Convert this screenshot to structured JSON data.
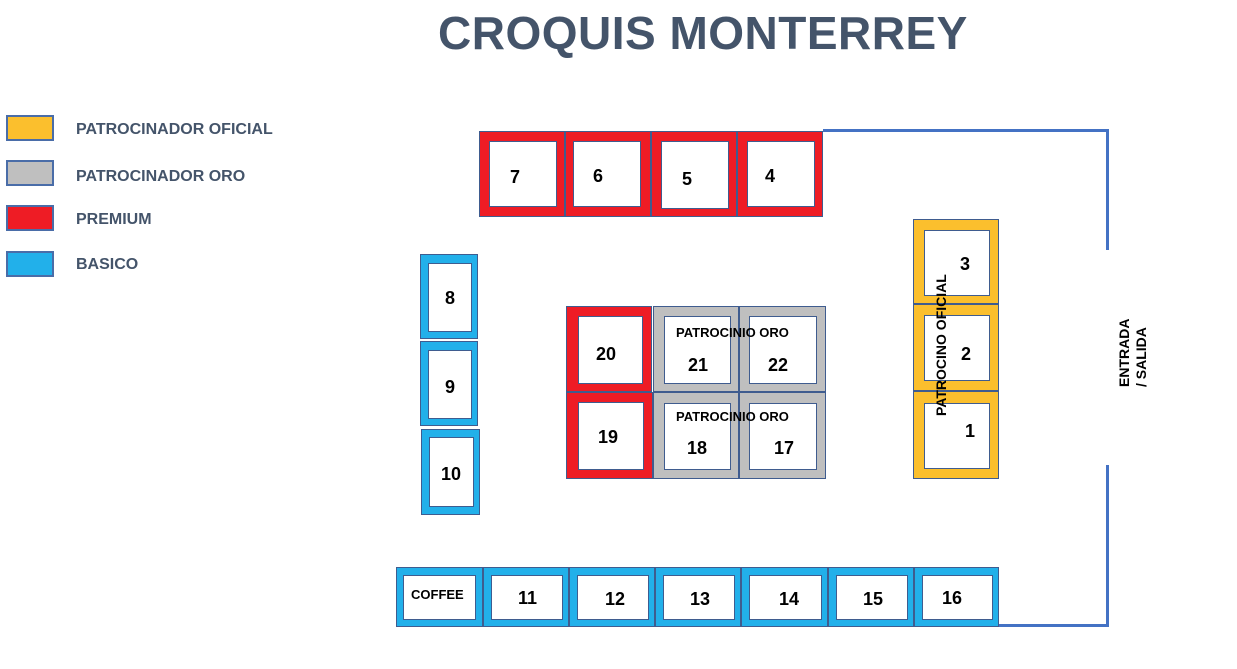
{
  "title": "CROQUIS MONTERREY",
  "colors": {
    "oficial": "#fbbf2d",
    "oro": "#bfbfbf",
    "premium": "#ee1c25",
    "basico": "#22b0ea",
    "wall": "#4472c4"
  },
  "legend": {
    "oficial": "PATROCINADOR OFICIAL",
    "oro": "PATROCINADOR ORO",
    "premium": "PREMIUM",
    "basico": "BASICO"
  },
  "booths": {
    "b1": "1",
    "b2": "2",
    "b3": "3",
    "b4": "4",
    "b5": "5",
    "b6": "6",
    "b7": "7",
    "b8": "8",
    "b9": "9",
    "b10": "10",
    "b11": "11",
    "b12": "12",
    "b13": "13",
    "b14": "14",
    "b15": "15",
    "b16": "16",
    "b17": "17",
    "b18": "18",
    "b19": "19",
    "b20": "20",
    "b21": "21",
    "b22": "22",
    "coffee": "COFFEE"
  },
  "labels": {
    "oro_top": "PATROCINIO ORO",
    "oro_bottom": "PATROCINIO ORO",
    "oficial_vertical": "PATROCINO OFICIAL",
    "entry_line1": "ENTRADA",
    "entry_line2": "/ SALIDA"
  }
}
